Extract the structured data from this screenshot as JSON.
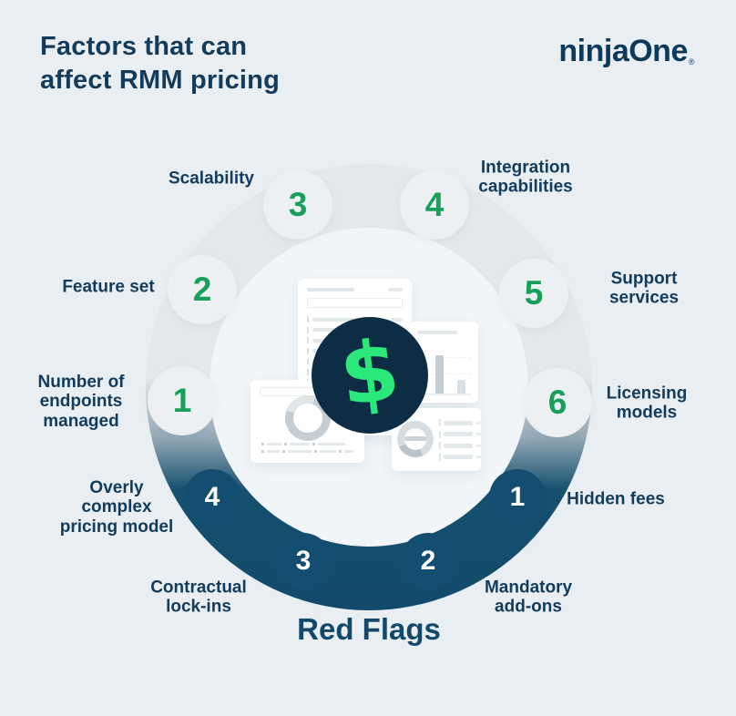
{
  "header": {
    "title_line1": "Factors that can",
    "title_line2_regular": "affect",
    "title_line2_bold": "RMM pricing",
    "logo_text": "ninjaOne",
    "logo_mark": "®"
  },
  "colors": {
    "background": "#E9EEF2",
    "navy_text": "#123B5C",
    "ring_light": "#E3E8EB",
    "ring_dark": "#134D6F",
    "factor_number_green": "#18A05A",
    "dollar_green": "#2BE87B",
    "dollar_circle_navy": "#0C2D43"
  },
  "center_icon": {
    "dollar": "$"
  },
  "factors": [
    {
      "num": "1",
      "label": "Number of\nendpoints\nmanaged"
    },
    {
      "num": "2",
      "label": "Feature set"
    },
    {
      "num": "3",
      "label": "Scalability"
    },
    {
      "num": "4",
      "label": "Integration\ncapabilities"
    },
    {
      "num": "5",
      "label": "Support services"
    },
    {
      "num": "6",
      "label": "Licensing\nmodels"
    }
  ],
  "red_flags": {
    "group_title": "Red Flags",
    "items": [
      {
        "num": "1",
        "label": "Hidden fees"
      },
      {
        "num": "2",
        "label": "Mandatory\nadd-ons"
      },
      {
        "num": "3",
        "label": "Contractual\nlock-ins"
      },
      {
        "num": "4",
        "label": "Overly\ncomplex\npricing model"
      }
    ]
  }
}
